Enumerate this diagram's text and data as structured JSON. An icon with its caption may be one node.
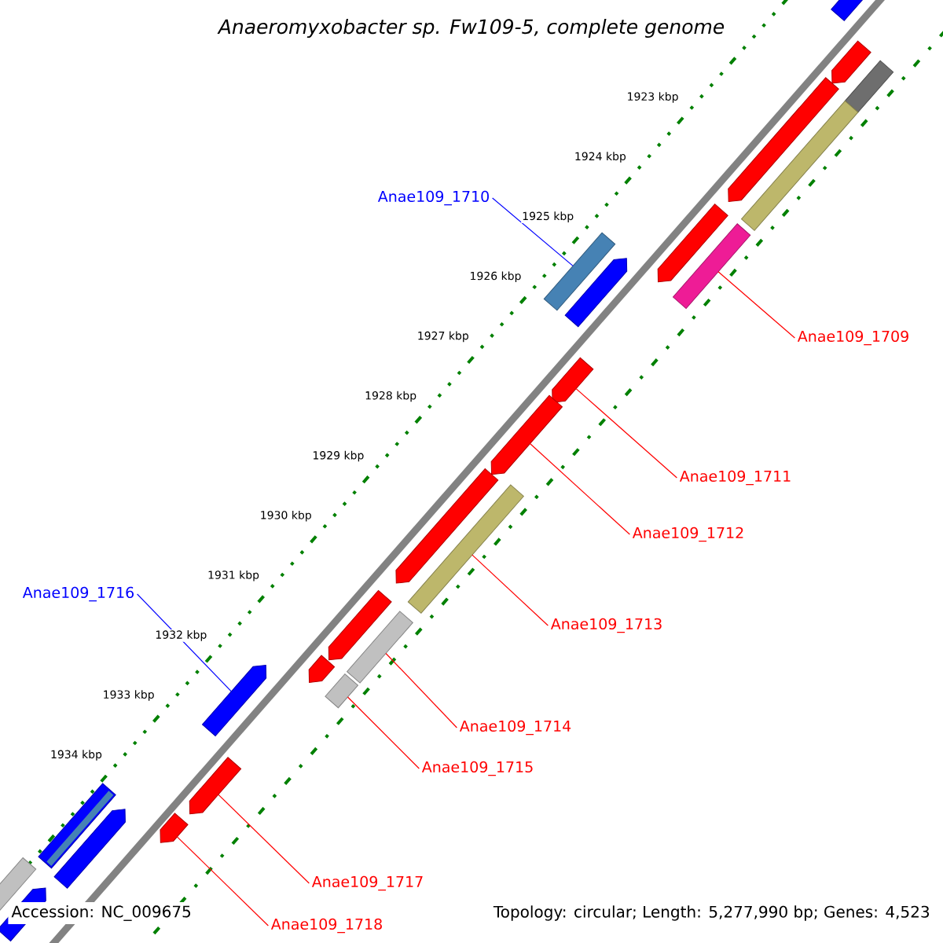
{
  "diagram": {
    "title": "Anaeromyxobacter sp. Fw109-5, complete genome",
    "nodes": [
      {
        "text": [
          "Anae109_1710"
        ]
      },
      {
        "text": [],
        "shape": "bar"
      },
      {
        "text": [
          "Anae109_1709"
        ]
      },
      {
        "text": [],
        "shape": "bar"
      },
      {
        "text": [
          "Anae109_1711"
        ]
      },
      {
        "text": [],
        "shape": "bar"
      },
      {
        "text": [
          "Anae109_1712"
        ]
      },
      {
        "text": [],
        "shape": "bar"
      },
      {
        "text": [
          "Anae109_1713"
        ]
      },
      {
        "text": [],
        "shape": "bar"
      },
      {
        "text": [
          "Anae109_1714"
        ]
      },
      {
        "text": [],
        "shape": "bar"
      },
      {
        "text": [
          "Anae109_1715"
        ]
      },
      {
        "text": [],
        "shape": "bar"
      },
      {
        "text": [
          "Anae109_1716"
        ]
      },
      {
        "text": [],
        "shape": "bar"
      },
      {
        "text": [
          "Anae109_1717"
        ]
      },
      {
        "text": [],
        "shape": "bar"
      },
      {
        "text": [
          "Anae109_1718"
        ]
      },
      {
        "text": [],
        "shape": "bar"
      },
      {
        "text": [],
        "shape": "bar"
      },
      {
        "text": [],
        "shape": "bar"
      },
      {
        "text": [],
        "shape": "bar"
      },
      {
        "text": [],
        "shape": "bar"
      },
      {
        "text": [],
        "shape": "bar"
      },
      {
        "text": [],
        "shape": "bar"
      },
      {
        "text": [],
        "shape": "bar"
      },
      {
        "text": [],
        "shape": "bar"
      },
      {
        "text": [],
        "shape": "bar"
      },
      {
        "text": [],
        "shape": "bar"
      },
      {
        "text": [],
        "shape": "bar"
      },
      {
        "text": [],
        "shape": "bar"
      },
      {
        "text": [],
        "shape": "bar"
      },
      {
        "text": [],
        "shape": "bar"
      }
    ],
    "edges": [
      {
        "from": 0,
        "to": 1,
        "arrow": "none",
        "color": "#0000ff"
      },
      {
        "from": 2,
        "to": 3,
        "arrow": "none"
      },
      {
        "from": 4,
        "to": 5,
        "arrow": "none"
      },
      {
        "from": 6,
        "to": 7,
        "arrow": "none"
      },
      {
        "from": 8,
        "to": 9,
        "arrow": "none"
      },
      {
        "from": 10,
        "to": 11,
        "arrow": "none"
      },
      {
        "from": 12,
        "to": 13,
        "arrow": "none"
      },
      {
        "from": 14,
        "to": 15,
        "arrow": "none",
        "color": "#0000ff"
      },
      {
        "from": 16,
        "to": 17,
        "arrow": "none"
      },
      {
        "from": 18,
        "to": 19,
        "arrow": "none"
      }
    ],
    "labels": [
      "1923 kbp",
      "1924 kbp",
      "1925 kbp",
      "1926 kbp",
      "1927 kbp",
      "1928 kbp",
      "1929 kbp",
      "1930 kbp",
      "1931 kbp",
      "1932 kbp",
      "1933 kbp",
      "1934 kbp",
      "Accession: NC_009675",
      "Topology: circular; Length: 5,277,990 bp; Genes: 4,523"
    ]
  }
}
